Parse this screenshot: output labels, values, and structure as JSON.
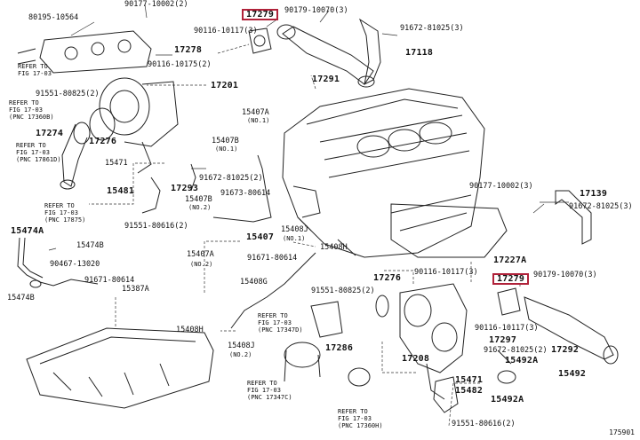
{
  "figure_id": "175901",
  "parts": [
    {
      "id": "p1",
      "text": "90177-10002(2)"
    },
    {
      "id": "p2",
      "text": "80195-10564"
    },
    {
      "id": "p3",
      "text": "17279",
      "highlight": true
    },
    {
      "id": "p4",
      "text": "90179-10070(3)"
    },
    {
      "id": "p5",
      "text": "90116-10117(3)"
    },
    {
      "id": "p6",
      "text": "91672-81025(3)"
    },
    {
      "id": "p7",
      "text": "17278"
    },
    {
      "id": "p8",
      "text": "17118"
    },
    {
      "id": "p9",
      "text": "90116-10175(2)"
    },
    {
      "id": "p10",
      "text": "17291"
    },
    {
      "id": "p11",
      "text": "91551-80825(2)"
    },
    {
      "id": "p12",
      "text": "17201"
    },
    {
      "id": "p13",
      "text": "17274"
    },
    {
      "id": "p14",
      "text": "17276"
    },
    {
      "id": "p15",
      "text": "15407A"
    },
    {
      "id": "p16",
      "text": "(NO.1)"
    },
    {
      "id": "p17",
      "text": "15407B"
    },
    {
      "id": "p18",
      "text": "(NO.1)"
    },
    {
      "id": "p19",
      "text": "15471"
    },
    {
      "id": "p20",
      "text": "91672-81025(2)"
    },
    {
      "id": "p21",
      "text": "15481"
    },
    {
      "id": "p22",
      "text": "17293"
    },
    {
      "id": "p23",
      "text": "91673-80614"
    },
    {
      "id": "p24",
      "text": "15407B"
    },
    {
      "id": "p25",
      "text": "(NO.2)"
    },
    {
      "id": "p26",
      "text": "91551-80616(2)"
    },
    {
      "id": "p27",
      "text": "15407"
    },
    {
      "id": "p28",
      "text": "15474A"
    },
    {
      "id": "p29",
      "text": "15474B"
    },
    {
      "id": "p30",
      "text": "90467-13020"
    },
    {
      "id": "p31",
      "text": "91671-80614"
    },
    {
      "id": "p32",
      "text": "15387A"
    },
    {
      "id": "p33",
      "text": "15474B"
    },
    {
      "id": "p34",
      "text": "15407A"
    },
    {
      "id": "p35",
      "text": "(NO.2)"
    },
    {
      "id": "p36",
      "text": "15408J"
    },
    {
      "id": "p37",
      "text": "(NO.1)"
    },
    {
      "id": "p38",
      "text": "15408H"
    },
    {
      "id": "p39",
      "text": "91671-80614"
    },
    {
      "id": "p40",
      "text": "15408G"
    },
    {
      "id": "p41",
      "text": "15408H"
    },
    {
      "id": "p42",
      "text": "15408J"
    },
    {
      "id": "p43",
      "text": "(NO.2)"
    },
    {
      "id": "p44",
      "text": "90177-10002(3)"
    },
    {
      "id": "p45",
      "text": "17139"
    },
    {
      "id": "p46",
      "text": "91672-81025(3)"
    },
    {
      "id": "p47",
      "text": "17227A"
    },
    {
      "id": "p48",
      "text": "90116-10117(3)"
    },
    {
      "id": "p49",
      "text": "17279",
      "highlight": true
    },
    {
      "id": "p50",
      "text": "90179-10070(3)"
    },
    {
      "id": "p51",
      "text": "17276"
    },
    {
      "id": "p52",
      "text": "91551-80825(2)"
    },
    {
      "id": "p53",
      "text": "90116-10117(3)"
    },
    {
      "id": "p54",
      "text": "17297"
    },
    {
      "id": "p55",
      "text": "91672-81025(2)"
    },
    {
      "id": "p56",
      "text": "17292"
    },
    {
      "id": "p57",
      "text": "17286"
    },
    {
      "id": "p58",
      "text": "17208"
    },
    {
      "id": "p59",
      "text": "15492A"
    },
    {
      "id": "p60",
      "text": "15471"
    },
    {
      "id": "p61",
      "text": "15492"
    },
    {
      "id": "p62",
      "text": "15482"
    },
    {
      "id": "p63",
      "text": "15492A"
    },
    {
      "id": "p64",
      "text": "91551-80616(2)"
    }
  ],
  "refs": [
    {
      "id": "r1",
      "text": "REFER TO\nFIG 17-03"
    },
    {
      "id": "r2",
      "text": "REFER TO\nFIG 17-03\n(PNC 17360B)"
    },
    {
      "id": "r3",
      "text": "REFER TO\nFIG 17-03\n(PNC 17861D)"
    },
    {
      "id": "r4",
      "text": "REFER TO\nFIG 17-03\n(PNC 17875)"
    },
    {
      "id": "r5",
      "text": "REFER TO\nFIG 17-03\n(PNC 17347D)"
    },
    {
      "id": "r6",
      "text": "REFER TO\nFIG 17-03\n(PNC 17347C)"
    },
    {
      "id": "r7",
      "text": "REFER TO\nFIG 17-03\n(PNC 17360H)"
    }
  ]
}
